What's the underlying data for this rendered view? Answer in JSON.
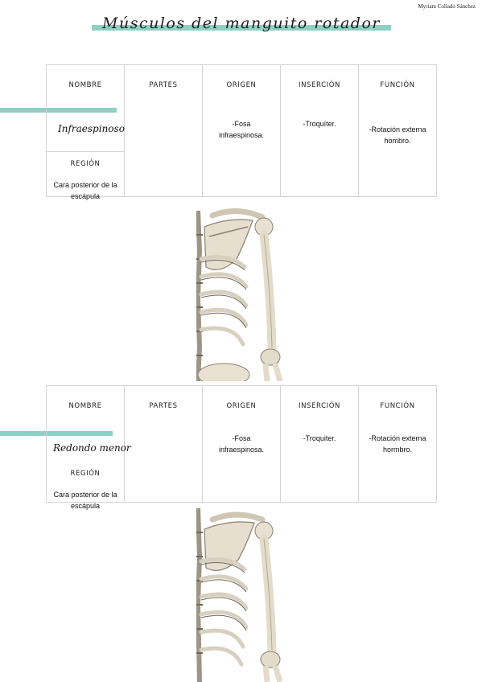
{
  "author": "Myriam Collado Sánchez",
  "title": "Músculos del manguito rotador",
  "table_headers": [
    "NOMBRE",
    "PARTES",
    "ORIGEN",
    "INSERCIÓN",
    "FUNCIÓN"
  ],
  "region_label": "REGIÓN",
  "accent_color": "#8fcfc6",
  "muscles": [
    {
      "name": "Infraespinoso",
      "region": "Cara posterior de la escápula",
      "partes": "",
      "origen": "-Fosa infraespinosa.",
      "insercion": "-Troquíter.",
      "funcion": "-Rotación externa hombro."
    },
    {
      "name": "Redondo menor",
      "region": "Cara posterior de la escápula",
      "partes": "",
      "origen": "-Fosa infraespinosa.",
      "insercion": "-Troquiter.",
      "funcion": "-Rotación externa hormbro."
    }
  ],
  "images": [
    "skeleton-shoulder-posterior",
    "skeleton-shoulder-posterior"
  ]
}
